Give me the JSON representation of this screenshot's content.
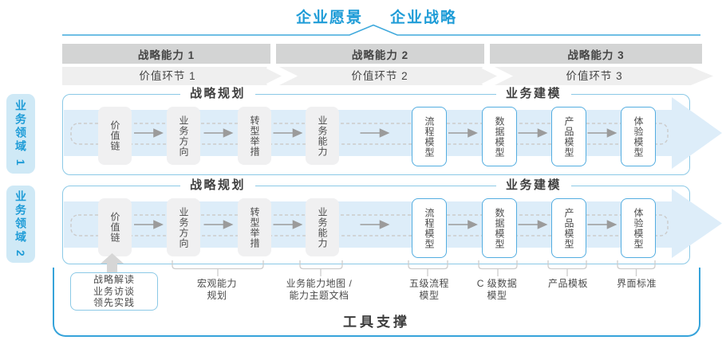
{
  "title": {
    "vision": "企业愿景",
    "strategy": "企业战略"
  },
  "capabilities": [
    {
      "label": "战略能力 1"
    },
    {
      "label": "战略能力 2"
    },
    {
      "label": "战略能力 3"
    }
  ],
  "value_links": [
    {
      "label": "价值环节 1"
    },
    {
      "label": "价值环节 2"
    },
    {
      "label": "价值环节 3"
    }
  ],
  "domains": [
    {
      "label": "业务领域 1"
    },
    {
      "label": "业务领域 2"
    }
  ],
  "rows": {
    "planning_header": "战略规划",
    "modeling_header": "业务建模"
  },
  "boxes": [
    {
      "label": "价值链",
      "style": "gray"
    },
    {
      "label": "业务方向",
      "style": "gray"
    },
    {
      "label": "转型举措",
      "style": "gray"
    },
    {
      "label": "业务能力",
      "style": "gray"
    },
    {
      "label": "流程模型",
      "style": "blue"
    },
    {
      "label": "数据模型",
      "style": "blue"
    },
    {
      "label": "产品模型",
      "style": "blue"
    },
    {
      "label": "体验模型",
      "style": "blue"
    }
  ],
  "annotations": {
    "practice": {
      "lines": [
        "战略解读",
        "业务访谈",
        "领先实践"
      ]
    },
    "labels": [
      {
        "line1": "宏观能力",
        "line2": "规划"
      },
      {
        "line1": "业务能力地图 /",
        "line2": "能力主题文档"
      },
      {
        "line1": "五级流程",
        "line2": "模型"
      },
      {
        "line1": "C 级数据",
        "line2": "模型"
      },
      {
        "line1": "产品模板",
        "line2": ""
      },
      {
        "line1": "界面标准",
        "line2": ""
      }
    ]
  },
  "tool_support": {
    "label": "工具支撑"
  },
  "colors": {
    "accent_blue": "#1e9cd7",
    "row_border": "#8bc9e6",
    "band_blue": "#ddedf9",
    "bar_gray": "#d3d4d4",
    "chevron_gray": "#efefef",
    "box_gray": "#f0f0f1",
    "box_blue_border": "#53ade0",
    "tool_border": "#36a3da"
  }
}
